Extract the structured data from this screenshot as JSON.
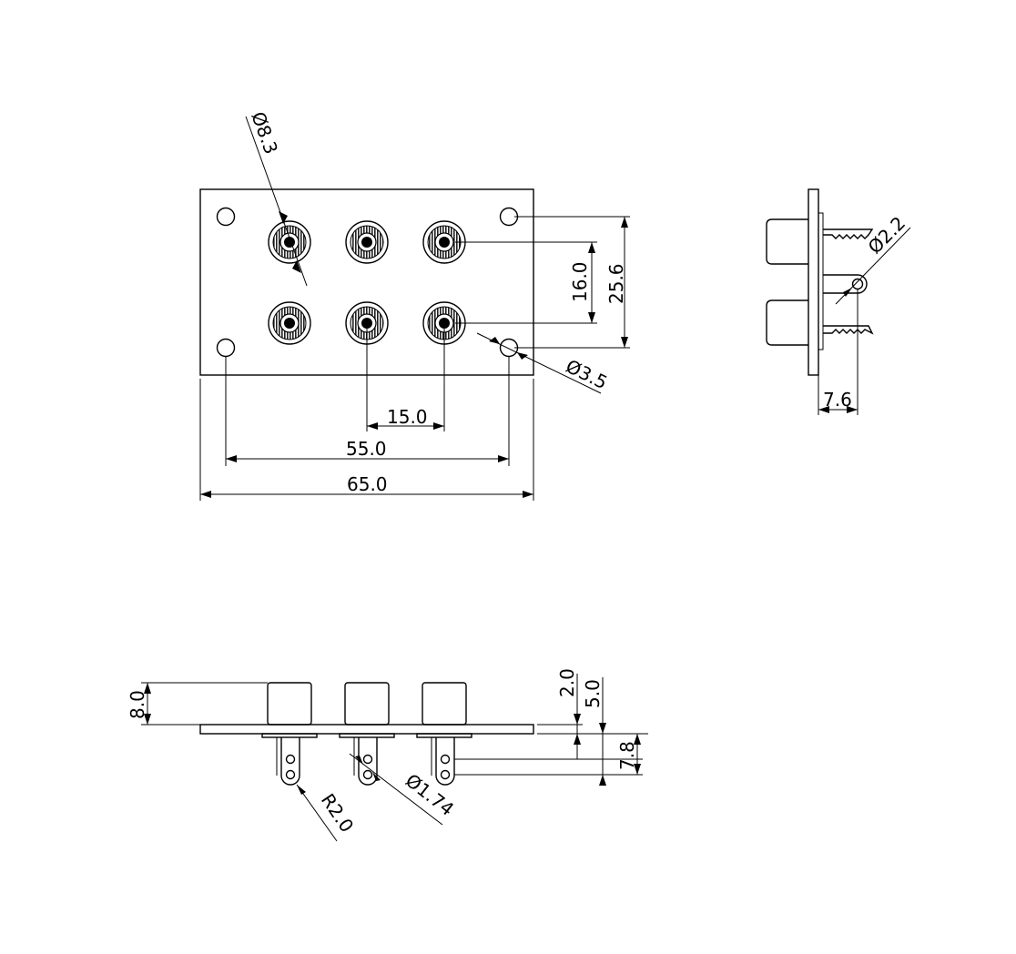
{
  "dimensions": {
    "jack_diameter": "Ø8.3",
    "mount_hole_diameter": "Ø3.5",
    "row_pitch": "16.0",
    "mount_hole_vertical_pitch": "25.6",
    "column_pitch": "15.0",
    "mount_hole_horizontal_pitch": "55.0",
    "plate_width": "65.0",
    "pin_hole_diameter": "Ø2.2",
    "pin_offset": "7.6",
    "jack_height": "8.0",
    "plate_thickness": "2.0",
    "flange_to_top": "5.0",
    "pin_hole_spacing": "7.8",
    "pin_small_hole_diameter": "Ø1.74",
    "pin_radius": "R2.0"
  }
}
